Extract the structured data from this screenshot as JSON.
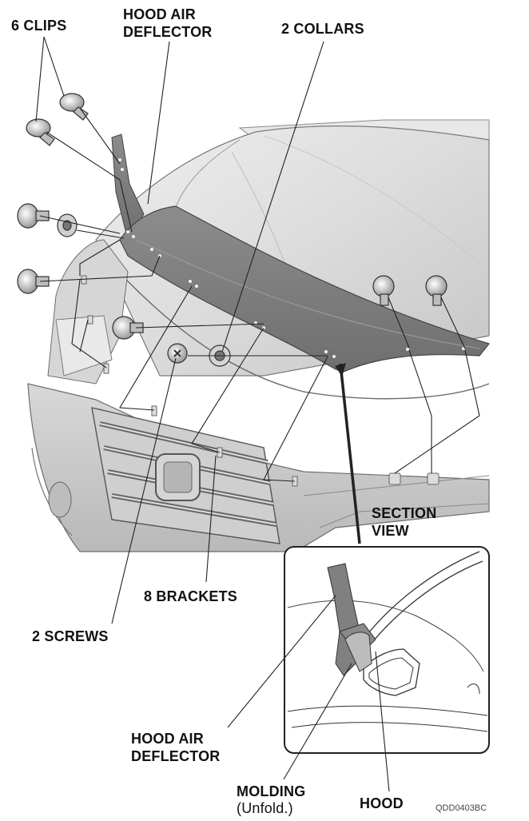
{
  "labels": {
    "clips": "6 CLIPS",
    "deflector_top_1": "HOOD AIR",
    "deflector_top_2": "DEFLECTOR",
    "collars": "2 COLLARS",
    "section_1": "SECTION",
    "section_2": "VIEW",
    "brackets": "8 BRACKETS",
    "screws": "2 SCREWS",
    "deflector_bottom_1": "HOOD AIR",
    "deflector_bottom_2": "DEFLECTOR",
    "molding_1": "MOLDING",
    "molding_2": "(Unfold.)",
    "hood": "HOOD",
    "figure_code": "QDD0403BC"
  },
  "colors": {
    "ink": "#111111",
    "deflector_fill": "#7d7d7d",
    "car_light": "#e4e4e4",
    "car_mid": "#c9c9c9",
    "car_dark": "#a7a7a7"
  }
}
